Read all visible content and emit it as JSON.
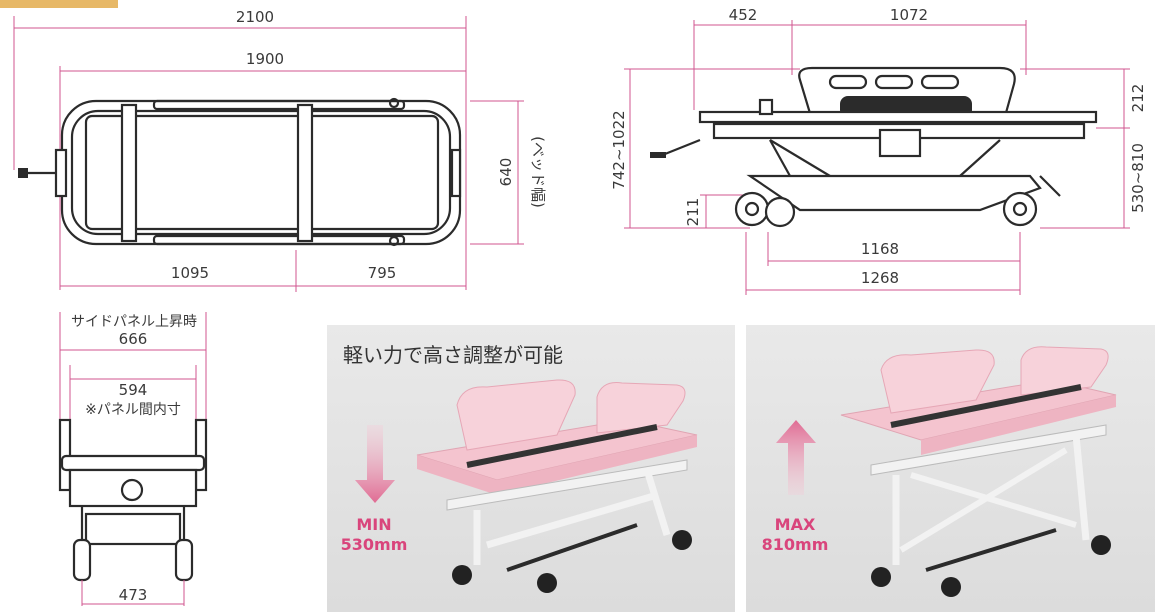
{
  "top_view": {
    "dim_overall_length": "2100",
    "dim_frame_length": "1900",
    "dim_width": "640",
    "dim_width_note": "(ベッド幅)",
    "dim_left_segment": "1095",
    "dim_right_segment": "795"
  },
  "side_view": {
    "dim_head_section": "452",
    "dim_panel_length": "1072",
    "dim_total_height": "742~1022",
    "dim_panel_height": "212",
    "dim_platform_height": "530~810",
    "dim_wheel_height": "211",
    "dim_wheel_base": "1168",
    "dim_base_length": "1268"
  },
  "front_view": {
    "label_panel_raised": "サイドパネル上昇時",
    "dim_panel_width": "666",
    "dim_inner_width": "594",
    "dim_inner_note": "※パネル間内寸",
    "dim_base_width": "473"
  },
  "photos": {
    "title": "軽い力で高さ調整が可能",
    "min_label_1": "MIN",
    "min_label_2": "530mm",
    "max_label_1": "MAX",
    "max_label_2": "810mm"
  },
  "colors": {
    "dimension_line": "#d1568f",
    "accent": "#d9457c",
    "bed_pink": "#f4c4cf",
    "frame": "#f1f1f1"
  }
}
